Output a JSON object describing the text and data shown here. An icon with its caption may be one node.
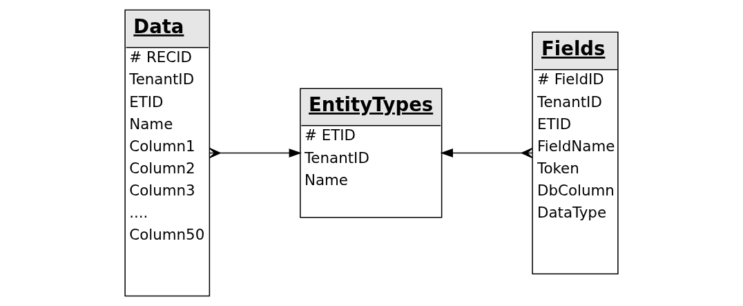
{
  "diagram": {
    "nodes": [
      {
        "text": [
          "Data",
          "# RECID",
          "TenantID",
          "ETID",
          "Name",
          "Column1",
          "Column2",
          "Column3",
          "....",
          "Column50"
        ]
      },
      {
        "text": [
          "EntityTypes",
          "# ETID",
          "TenantID",
          "Name"
        ]
      },
      {
        "text": [
          "Fields",
          "# FieldID",
          "TenantID",
          "ETID",
          "FieldName",
          "Token",
          "DbColumn",
          "DataType"
        ]
      }
    ],
    "edges": [
      {
        "from": 0,
        "to": 1,
        "arrow": "to"
      },
      {
        "from": 2,
        "to": 1,
        "arrow": "to"
      }
    ]
  }
}
